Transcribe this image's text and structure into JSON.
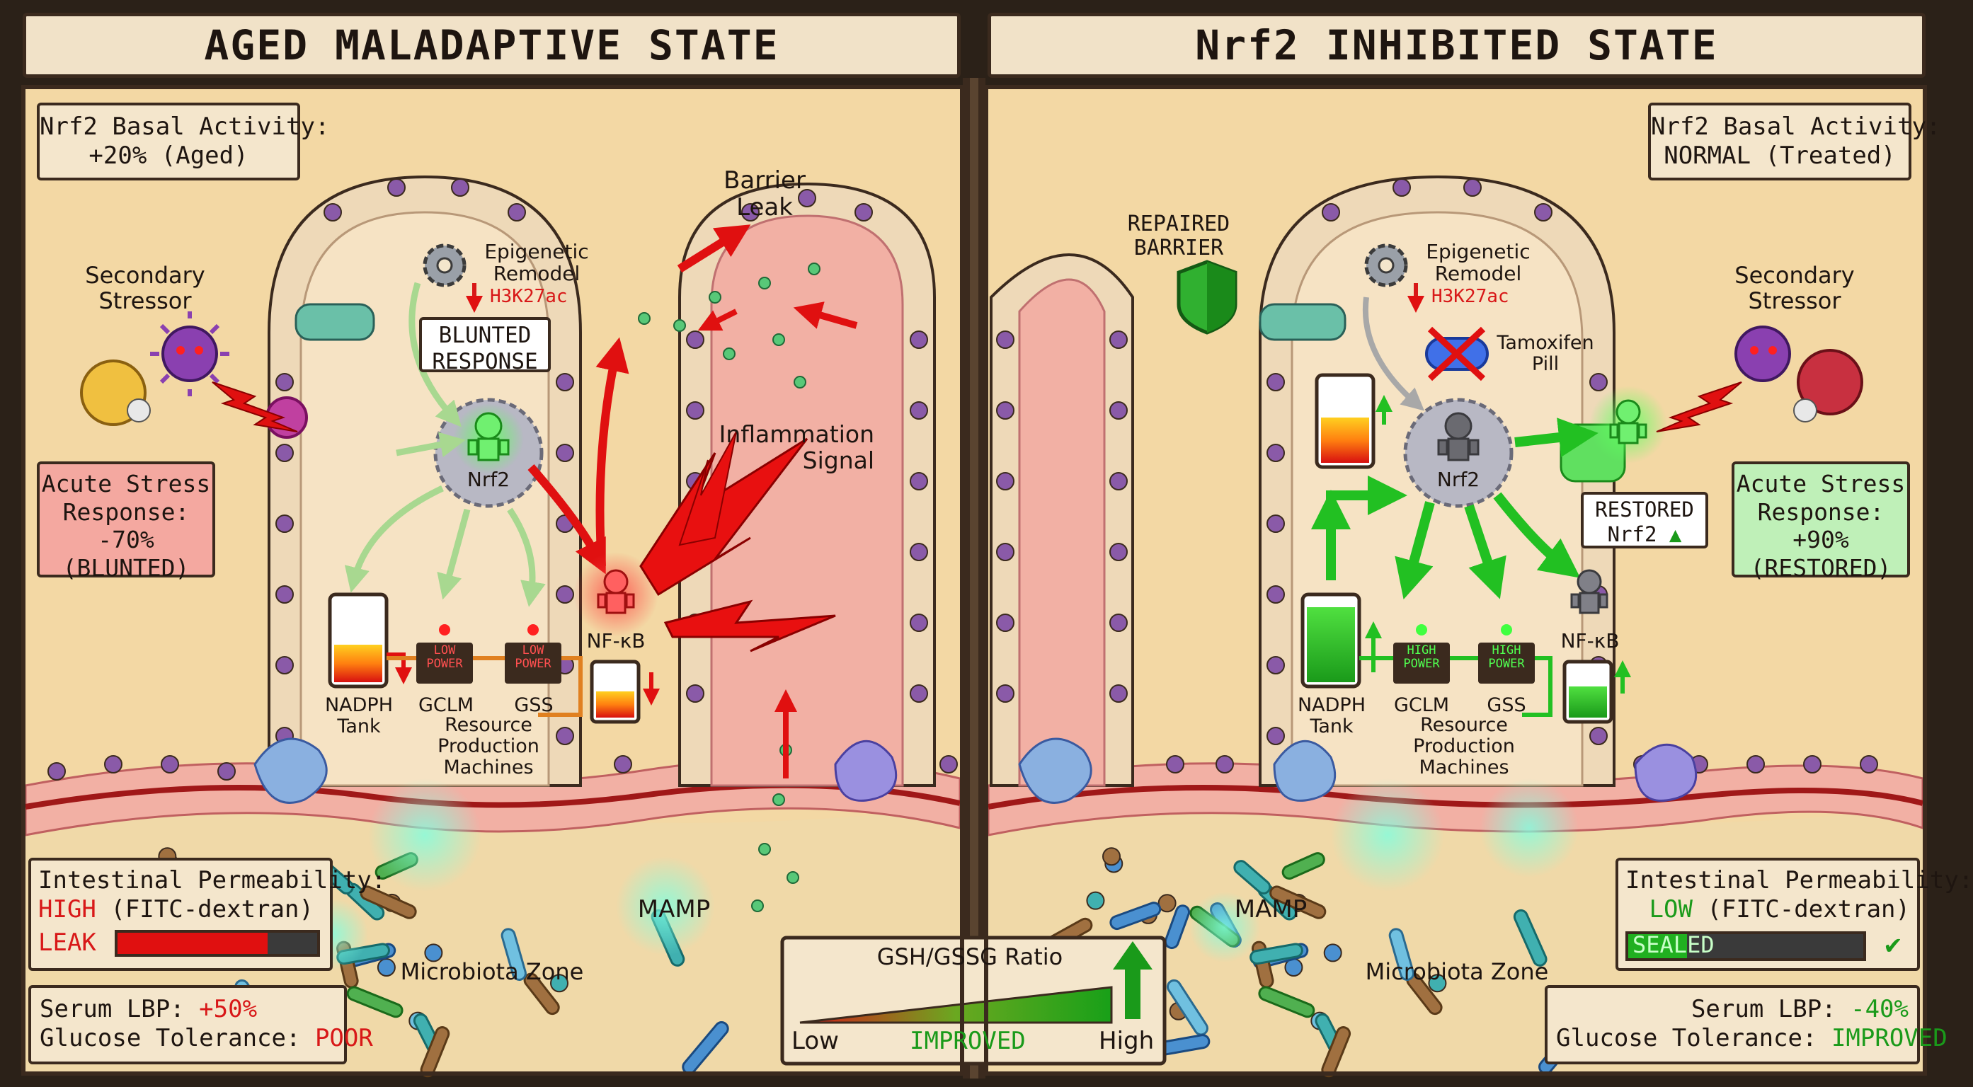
{
  "left_panel": {
    "title": "AGED MALADAPTIVE STATE",
    "nrf2_basal": {
      "label": "Nrf2 Basal Activity:",
      "value": "+20% (Aged)"
    },
    "secondary_stressor": {
      "line1": "Secondary",
      "line2": "Stressor"
    },
    "acute_stress": {
      "line1": "Acute Stress",
      "line2": "Response:",
      "value": "-70%",
      "status": "(BLUNTED)"
    },
    "epigenetic": {
      "line1": "Epigenetic",
      "line2": "Remodel",
      "mark": "H3K27ac"
    },
    "blunted": {
      "line1": "BLUNTED",
      "line2": "RESPONSE"
    },
    "nrf2_label": "Nrf2",
    "barrier_leak": {
      "line1": "Barrier",
      "line2": "Leak"
    },
    "inflammation": {
      "line1": "Inflammation",
      "line2": "Signal"
    },
    "nfkb_label": "NF-κB",
    "nadph": {
      "line1": "NADPH",
      "line2": "Tank",
      "level": 0.45
    },
    "gclm": "GCLM",
    "gss": "GSS",
    "machine_badge": {
      "line1": "LOW",
      "line2": "POWER"
    },
    "machines": {
      "line1": "Resource",
      "line2": "Production",
      "line3": "Machines"
    },
    "output_tank_level": 0.5,
    "mamp": "MAMP",
    "microbiota": "Microbiota Zone",
    "permeability": {
      "label": "Intestinal Permeability:",
      "level_word": "HIGH",
      "method": " (FITC-dextran)",
      "bar_label": "LEAK",
      "fill": 0.75
    },
    "serum": {
      "lbp_label": "Serum LBP: ",
      "lbp_value": "+50%",
      "glucose_label": "Glucose Tolerance: ",
      "glucose_value": "POOR"
    }
  },
  "right_panel": {
    "title": "Nrf2 INHIBITED STATE",
    "nrf2_basal": {
      "label": "Nrf2 Basal Activity:",
      "value": "NORMAL (Treated)"
    },
    "repaired": {
      "line1": "REPAIRED",
      "line2": "BARRIER"
    },
    "epigenetic": {
      "line1": "Epigenetic",
      "line2": "Remodel",
      "mark": "H3K27ac"
    },
    "tamoxifen": {
      "line1": "Tamoxifen",
      "line2": "Pill"
    },
    "secondary_stressor": {
      "line1": "Secondary",
      "line2": "Stressor"
    },
    "acute_stress": {
      "line1": "Acute Stress",
      "line2": "Response:",
      "value": "+90%",
      "status": "(RESTORED)"
    },
    "restored": {
      "line1": "RESTORED",
      "line2": "Nrf2"
    },
    "nrf2_label": "Nrf2",
    "nfkb_label": "NF-κB",
    "nadph": {
      "line1": "NADPH",
      "line2": "Tank",
      "level": 0.9
    },
    "gclm": "GCLM",
    "gss": "GSS",
    "machine_badge": {
      "line1": "HIGH",
      "line2": "POWER"
    },
    "machines": {
      "line1": "Resource",
      "line2": "Production",
      "line3": "Machines"
    },
    "output_tank_level": 0.6,
    "mamp": "MAMP",
    "microbiota": "Microbiota Zone",
    "permeability": {
      "label": "Intestinal Permeability:",
      "level_word": "LOW",
      "method": " (FITC-dextran)",
      "bar_label": "SEALED",
      "fill": 0.25
    },
    "serum": {
      "lbp_label": "Serum LBP: ",
      "lbp_value": "-40%",
      "glucose_label": "Glucose Tolerance: ",
      "glucose_value": "IMPROVED"
    }
  },
  "gsh_ratio": {
    "title": "GSH/GSSG Ratio",
    "low": "Low",
    "mid": "IMPROVED",
    "high": "High"
  },
  "colors": {
    "frame": "#3b2a1e",
    "tissue": "#eed9b8",
    "cell": "#e8cfae",
    "nucleus": "#8a5aa8",
    "lamina": "#f2b0a4",
    "alert": "#d81818",
    "good": "#1a9a1a"
  }
}
